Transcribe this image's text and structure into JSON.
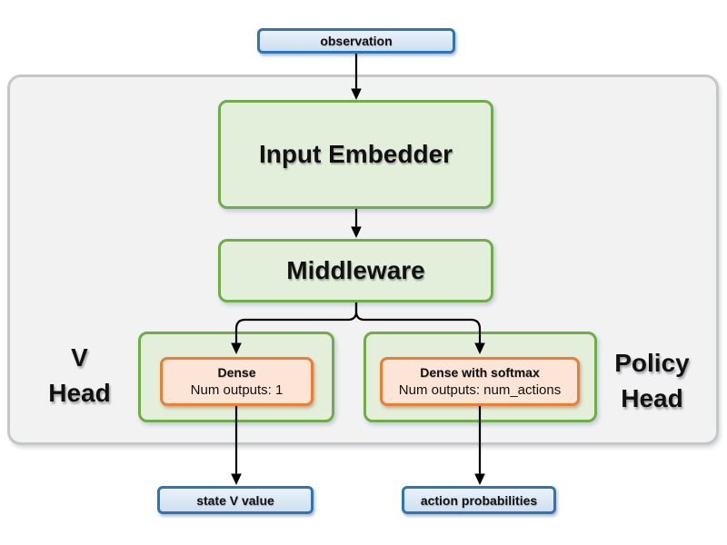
{
  "diagram": {
    "nodes": {
      "observation": {
        "label": "observation"
      },
      "input_embedder": {
        "label": "Input Embedder"
      },
      "middleware": {
        "label": "Middleware"
      },
      "v_head": {
        "line1": "V",
        "line2": "Head"
      },
      "v_dense": {
        "title": "Dense",
        "subtitle": "Num outputs: 1"
      },
      "policy_head": {
        "line1": "Policy",
        "line2": "Head"
      },
      "policy_dense": {
        "title": "Dense with softmax",
        "subtitle": "Num outputs: num_actions"
      },
      "state_v_value": {
        "label": "state V value"
      },
      "action_probabilities": {
        "label": "action probabilities"
      }
    },
    "colors": {
      "blue_border": "#2e75b6",
      "blue_fill": "#dbe7f4",
      "green_border": "#70ad47",
      "green_fill": "#e3efda",
      "orange_border": "#ed7d31",
      "orange_fill": "#fce4d6",
      "container_fill": "#f2f2f2",
      "container_border": "#c6c6c6",
      "arrow": "#000000"
    }
  }
}
